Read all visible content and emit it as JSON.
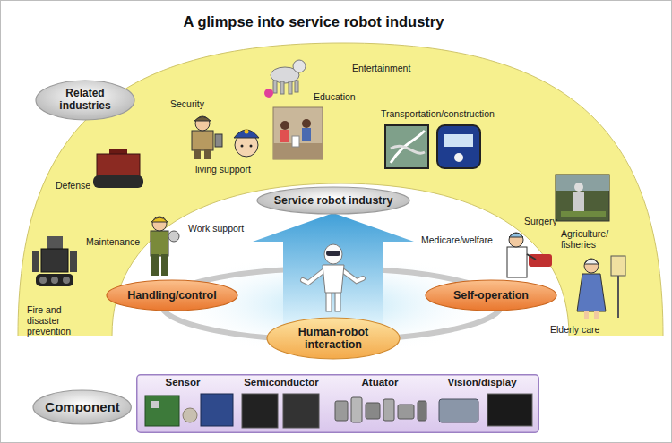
{
  "diagram": {
    "title": "A glimpse into service robot industry",
    "nodes": [
      {
        "text": [
          "Related industries"
        ]
      },
      {
        "text": [
          "Service robot industry"
        ]
      },
      {
        "text": [
          "Handling/control"
        ]
      },
      {
        "text": [
          "Human-robot interaction"
        ]
      },
      {
        "text": [
          "Self-operation"
        ]
      },
      {
        "text": [
          "Component"
        ]
      },
      {
        "text": [
          "Sensor",
          "Semiconductor",
          "Atuator",
          "Vision/display"
        ]
      }
    ],
    "labels": [
      "Entertainment",
      "Security",
      "Education",
      "Transportation/construction",
      "Defense",
      "living support",
      "Agriculture/ fisheries",
      "Work support",
      "Surgery",
      "Maintenance",
      "Medicare/welfare",
      "Fire and disaster prevention",
      "Elderly care"
    ]
  }
}
